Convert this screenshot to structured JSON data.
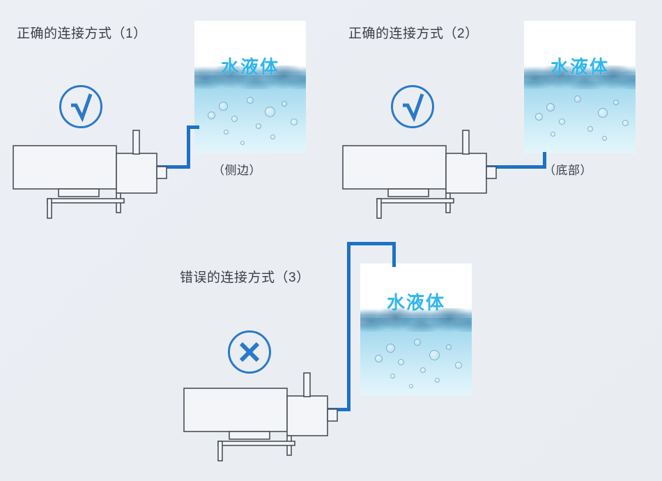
{
  "page": {
    "background_color": "#eceff4",
    "accent_blue": "#1d72c4",
    "badge_blue": "#2b79c8",
    "label_cyan": "#2fb6ec",
    "text_color": "#3a3f45",
    "outline_color": "#4a5056"
  },
  "panels": [
    {
      "id": "correct-1",
      "title": "正确的连接方式（1）",
      "status_glyph": "check-radical",
      "status_meaning": "correct",
      "tank": {
        "label": "水液体",
        "caption": "（侧边）"
      },
      "connection": "side-entry"
    },
    {
      "id": "correct-2",
      "title": "正确的连接方式（2）",
      "status_glyph": "check-radical",
      "status_meaning": "correct",
      "tank": {
        "label": "水液体",
        "caption": "（底部）"
      },
      "connection": "bottom-entry"
    },
    {
      "id": "wrong-3",
      "title": "错误的连接方式（3）",
      "status_glyph": "cross",
      "status_meaning": "incorrect",
      "tank": {
        "label": "水液体",
        "caption": ""
      },
      "connection": "top-over-entry"
    }
  ]
}
